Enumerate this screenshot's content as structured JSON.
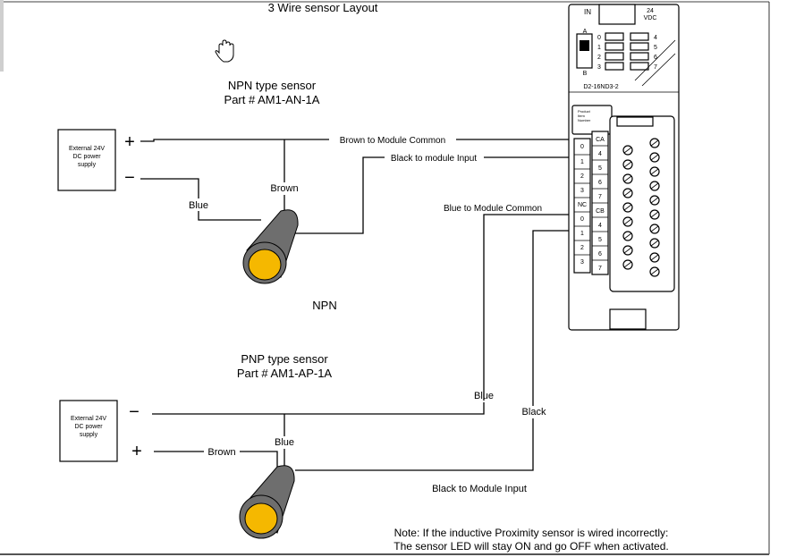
{
  "title": "3 Wire sensor Layout",
  "npn": {
    "heading": "NPN type sensor",
    "part": "Part # AM1-AN-1A",
    "caption": "NPN",
    "supply_label": [
      "External 24V",
      "DC power",
      "supply"
    ],
    "plus": "+",
    "minus": "−",
    "wire_brown": "Brown",
    "wire_blue": "Blue",
    "label_brown_common": "Brown to Module Common",
    "label_black_input": "Black to module Input",
    "label_blue_common": "Blue to Module Common"
  },
  "pnp": {
    "heading": "PNP type sensor",
    "part": "Part # AM1-AP-1A",
    "supply_label": [
      "External 24V",
      "DC power",
      "supply"
    ],
    "plus": "+",
    "minus": "−",
    "wire_brown": "Brown",
    "wire_blue_top": "Blue",
    "wire_blue": "Blue",
    "wire_black": "Black",
    "label_black_input": "Black to Module Input"
  },
  "module": {
    "in_label": "IN",
    "vdc_top": "24",
    "vdc_bottom": "VDC",
    "switch_a": "A",
    "switch_b": "B",
    "left_numbers": [
      "0",
      "1",
      "2",
      "3"
    ],
    "right_numbers": [
      "4",
      "5",
      "6",
      "7"
    ],
    "model": "D2-16ND3-2",
    "label_plate_tiny": [
      "Product",
      "Item",
      "Number"
    ],
    "terminal_left": [
      "0",
      "1",
      "2",
      "3",
      "NC",
      "0",
      "1",
      "2",
      "3"
    ],
    "terminal_right": [
      "CA",
      "4",
      "5",
      "6",
      "7",
      "CB",
      "4",
      "5",
      "6",
      "7"
    ]
  },
  "note": {
    "line1": "Note: If the inductive Proximity sensor is wired incorrectly:",
    "line2": "The sensor LED will stay ON and go OFF when activated."
  },
  "colors": {
    "sensor_body": "#6e6e6e",
    "sensor_lens": "#f5b800",
    "ink": "#000000"
  },
  "icons": {
    "hand_cursor": "hand-cursor-icon"
  }
}
